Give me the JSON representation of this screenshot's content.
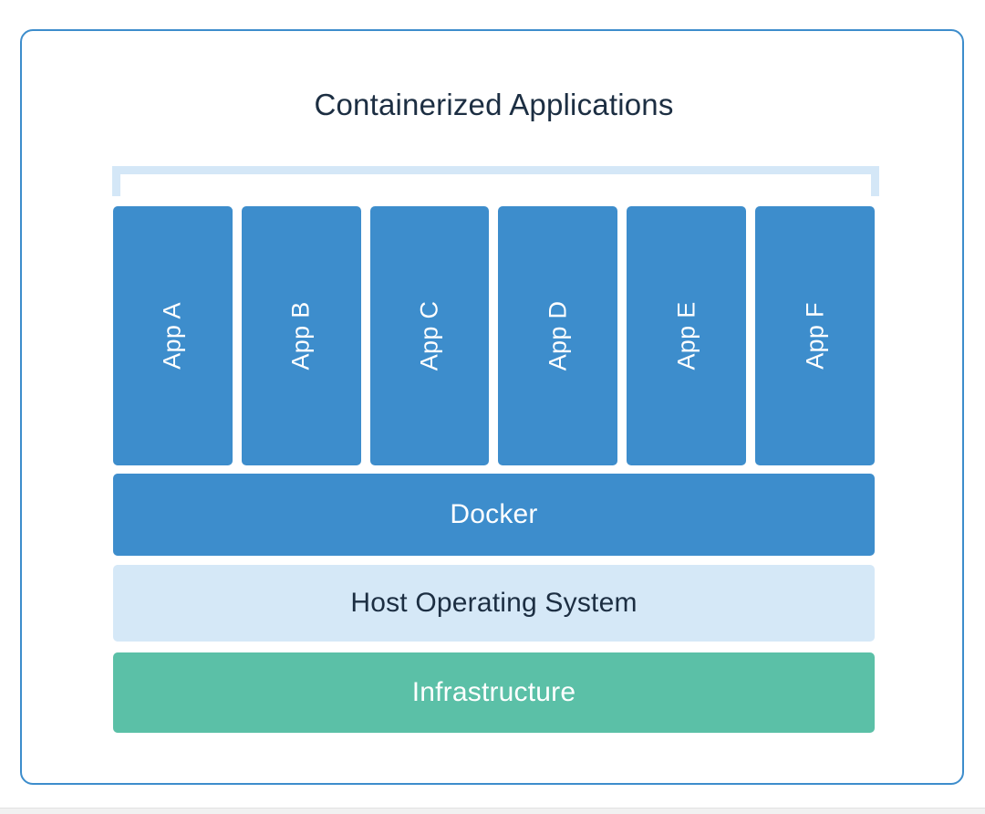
{
  "diagram": {
    "title": "Containerized Applications",
    "colors": {
      "frame_border": "#3d8dcc",
      "app_box": "#3d8dcc",
      "bracket": "#d4e7f7",
      "docker_band": "#3d8dcc",
      "host_os_band": "#d5e8f7",
      "infrastructure_band": "#5bc0a7",
      "title_text": "#1c2e42",
      "light_text": "#ffffff",
      "dark_text": "#1c2e42"
    },
    "app_containers": [
      {
        "label": "App A"
      },
      {
        "label": "App B"
      },
      {
        "label": "App C"
      },
      {
        "label": "App D"
      },
      {
        "label": "App E"
      },
      {
        "label": "App F"
      }
    ],
    "layers": [
      {
        "label": "Docker",
        "id": "docker"
      },
      {
        "label": "Host Operating System",
        "id": "host-os"
      },
      {
        "label": "Infrastructure",
        "id": "infrastructure"
      }
    ]
  }
}
